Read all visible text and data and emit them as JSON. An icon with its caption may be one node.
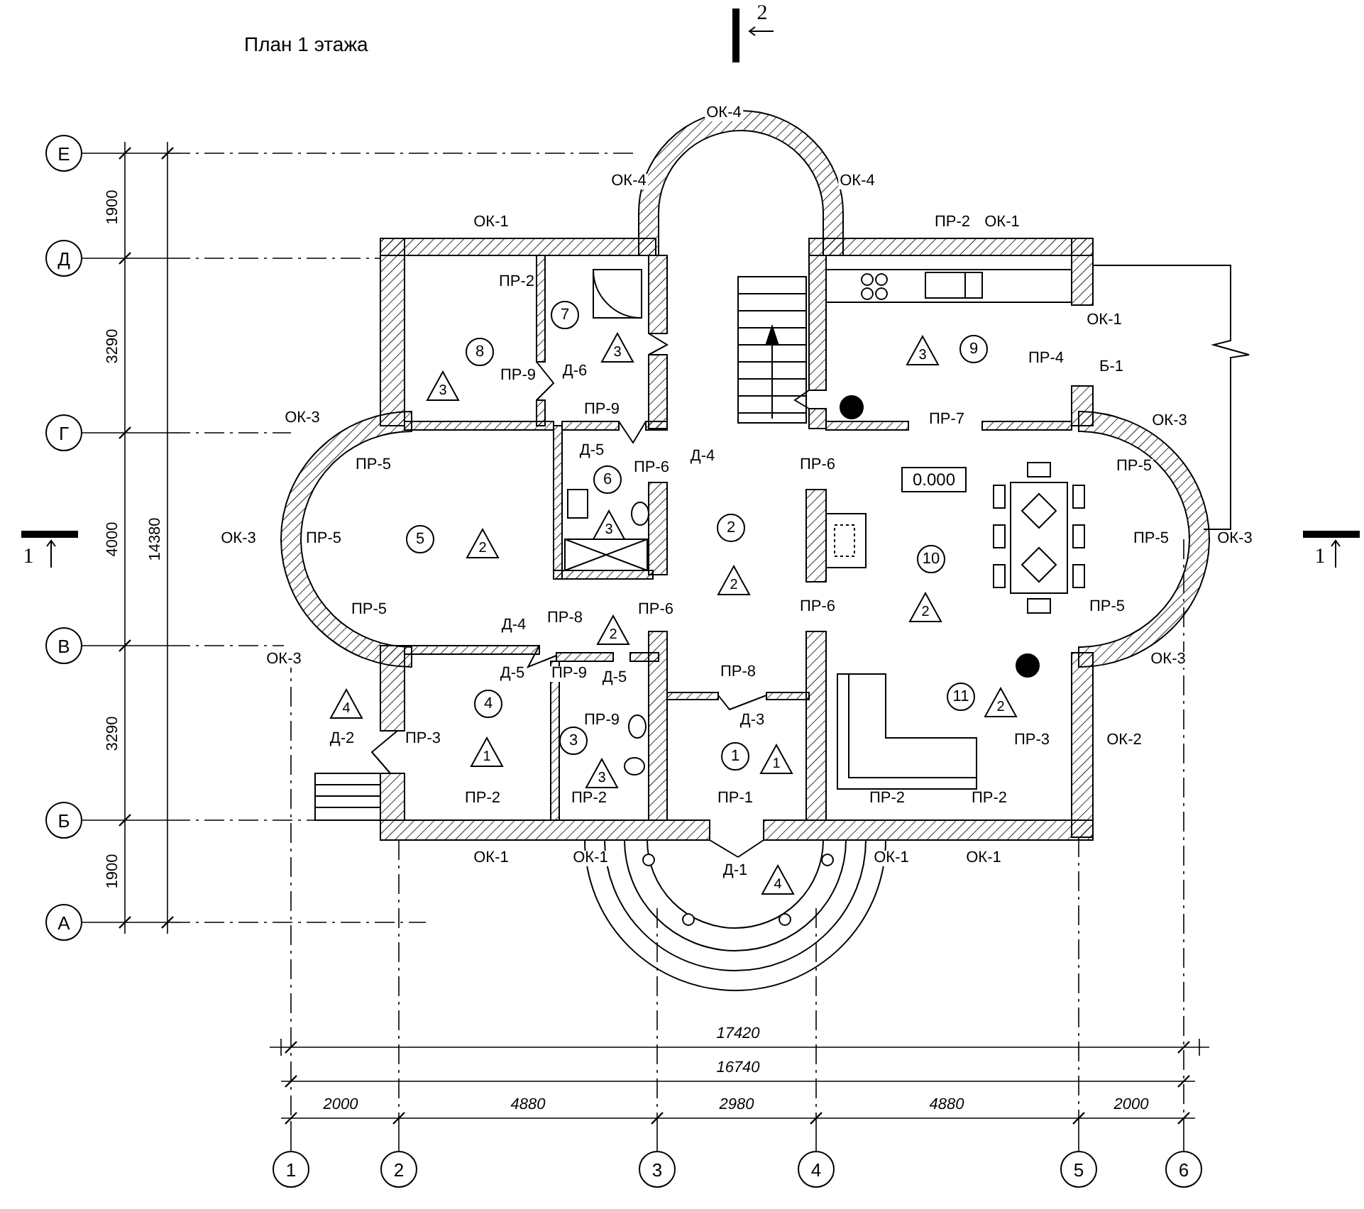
{
  "diagram": {
    "title": "План 1 этажа",
    "nodes": [
      {
        "text": [
          "Е"
        ]
      },
      {
        "text": [
          "Д"
        ]
      },
      {
        "text": [
          "Г"
        ]
      },
      {
        "text": [
          "В"
        ]
      },
      {
        "text": [
          "Б"
        ]
      },
      {
        "text": [
          "А"
        ]
      },
      {
        "text": [
          "1"
        ]
      },
      {
        "text": [
          "2"
        ]
      },
      {
        "text": [
          "3"
        ]
      },
      {
        "text": [
          "4"
        ]
      },
      {
        "text": [
          "5"
        ]
      },
      {
        "text": [
          "6"
        ]
      },
      {
        "text": [
          "8"
        ]
      },
      {
        "text": [
          "7"
        ]
      },
      {
        "text": [
          "9"
        ]
      },
      {
        "text": [
          "6"
        ]
      },
      {
        "text": [
          "5"
        ]
      },
      {
        "text": [
          "2"
        ]
      },
      {
        "text": [
          "10"
        ]
      },
      {
        "text": [
          "4"
        ]
      },
      {
        "text": [
          "11"
        ]
      },
      {
        "text": [
          "3"
        ]
      },
      {
        "text": [
          "1"
        ]
      },
      {
        "text": [
          "3"
        ]
      },
      {
        "text": [
          "3"
        ]
      },
      {
        "text": [
          "3"
        ]
      },
      {
        "text": [
          "2"
        ]
      },
      {
        "text": [
          "3"
        ]
      },
      {
        "text": [
          "2"
        ]
      },
      {
        "text": [
          "2"
        ]
      },
      {
        "text": [
          "2"
        ]
      },
      {
        "text": [
          "4"
        ]
      },
      {
        "text": [
          "2"
        ]
      },
      {
        "text": [
          "1"
        ]
      },
      {
        "text": [
          "1"
        ]
      },
      {
        "text": [
          "3"
        ]
      },
      {
        "text": [
          "4"
        ]
      },
      {
        "text": [
          "0.000"
        ]
      }
    ],
    "labels": [
      "ОК-4",
      "ОК-4",
      "ОК-4",
      "ОК-1",
      "ПР-2",
      "ОК-1",
      "ПР-2",
      "ОК-1",
      "ПР-9",
      "Д-6",
      "ПР-4",
      "Б-1",
      "ОК-3",
      "ПР-9",
      "ПР-7",
      "ОК-3",
      "ПР-5",
      "Д-5",
      "ПР-6",
      "Д-4",
      "ПР-6",
      "ПР-5",
      "ОК-3",
      "ПР-5",
      "ПР-5",
      "ОК-3",
      "ПР-5",
      "Д-4",
      "ПР-8",
      "ПР-6",
      "ПР-6",
      "ПР-5",
      "ОК-3",
      "Д-5",
      "ПР-9",
      "Д-5",
      "ПР-8",
      "ОК-3",
      "ПР-9",
      "Д-3",
      "Д-2",
      "ПР-3",
      "ПР-3",
      "ОК-2",
      "ПР-2",
      "ПР-2",
      "ПР-1",
      "ПР-2",
      "ПР-2",
      "ОК-1",
      "ОК-1",
      "ОК-1",
      "ОК-1",
      "Д-1",
      "1900",
      "3290",
      "4000",
      "3290",
      "1900",
      "14380",
      "17420",
      "16740",
      "2000",
      "4880",
      "2980",
      "4880",
      "2000",
      "2",
      "1",
      "1"
    ]
  }
}
